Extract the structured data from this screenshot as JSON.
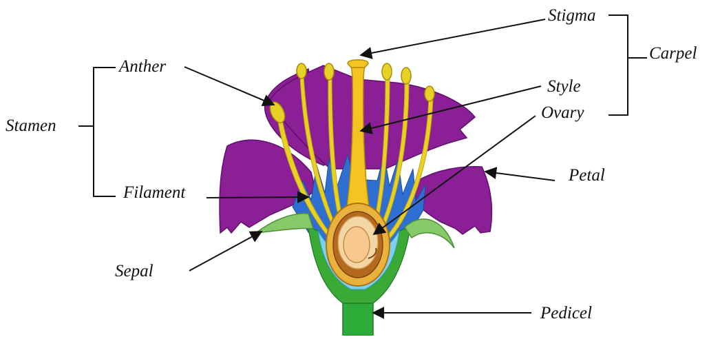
{
  "labels": {
    "stigma": "Stigma",
    "carpel": "Carpel",
    "style": "Style",
    "ovary": "Ovary",
    "anther": "Anther",
    "stamen": "Stamen",
    "filament": "Filament",
    "petal": "Petal",
    "sepal": "Sepal",
    "pedicel": "Pedicel"
  },
  "colors": {
    "petal": "#8b1f95",
    "petal_dark": "#5e0f6d",
    "receptacle_blue": "#2f6fd1",
    "receptacle_light_blue": "#7fd0ec",
    "sepal": "#86c86a",
    "receptacle_green": "#3aa935",
    "pedicel": "#2dab38",
    "filament": "#e8d126",
    "anther": "#e8d126",
    "ovary_outer": "#e9b23c",
    "ovary_wall": "#b4691e",
    "ovule": "#f7c98f",
    "line": "#111111"
  }
}
